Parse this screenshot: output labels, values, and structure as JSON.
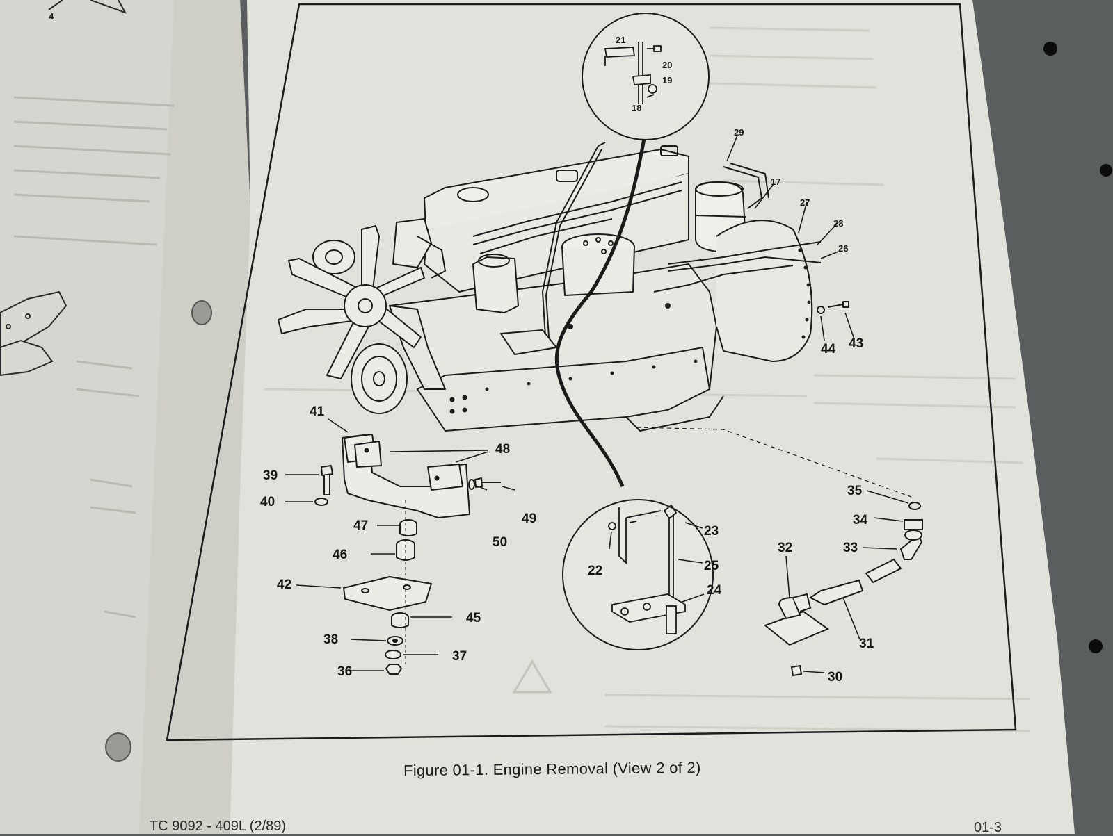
{
  "caption": "Figure 01-1.  Engine Removal (View 2 of 2)",
  "footer": {
    "left": "TC 9092 - 409L (2/89)",
    "right": "01-3"
  },
  "left_page": {
    "callout": "4"
  },
  "callouts": {
    "c17": "17",
    "c18": "18",
    "c19": "19",
    "c20": "20",
    "c21": "21",
    "c22": "22",
    "c23": "23",
    "c24": "24",
    "c25": "25",
    "c26": "26",
    "c27": "27",
    "c28": "28",
    "c29": "29",
    "c30": "30",
    "c31": "31",
    "c32": "32",
    "c33": "33",
    "c34": "34",
    "c35": "35",
    "c36": "36",
    "c37": "37",
    "c38": "38",
    "c39": "39",
    "c40": "40",
    "c41": "41",
    "c42": "42",
    "c43": "43",
    "c44": "44",
    "c45": "45",
    "c46": "46",
    "c47": "47",
    "c48": "48",
    "c49": "49",
    "c50": "50"
  },
  "colors": {
    "paper": "#e4e4de",
    "ink": "#1b1b1b",
    "table": "#5a5d5e"
  }
}
